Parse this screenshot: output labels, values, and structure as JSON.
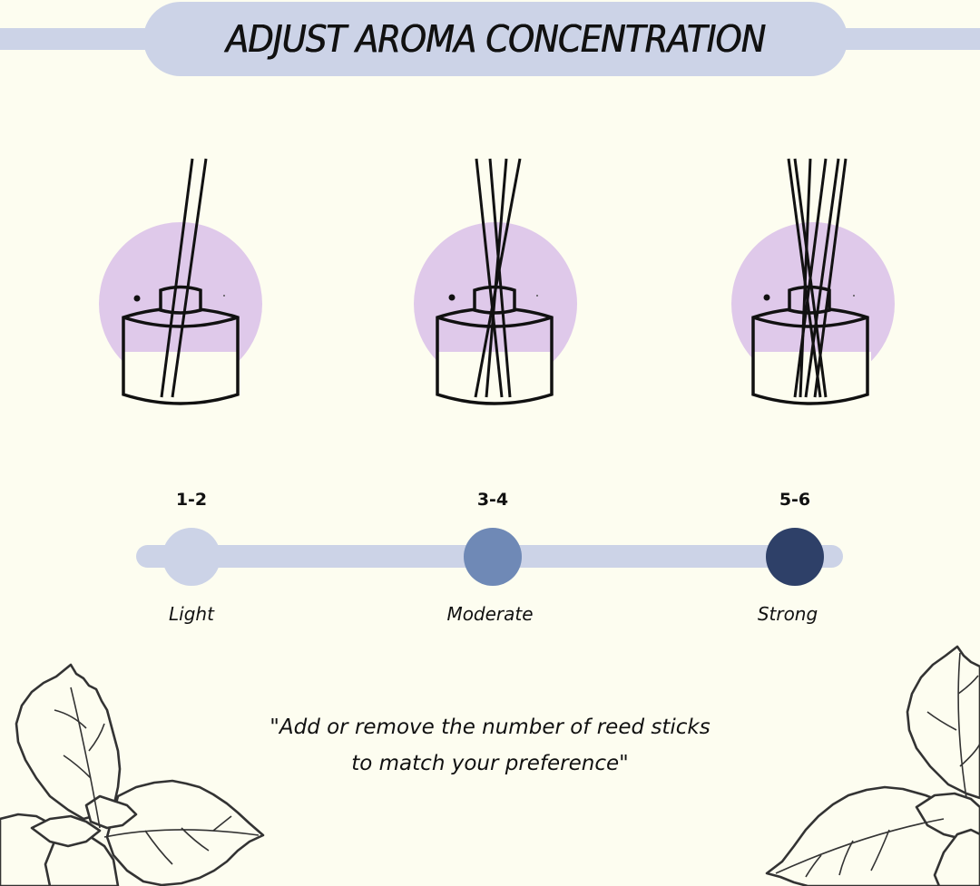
{
  "header": {
    "title": "ADJUST AROMA CONCENTRATION"
  },
  "colors": {
    "background": "#fdfdf0",
    "band": "#ccd3e7",
    "circle": "#dfc9ea",
    "light": "#ccd3e7",
    "moderate": "#6f89b6",
    "strong": "#2e4068",
    "ink": "#111111"
  },
  "diffusers": [
    {
      "label": "light-diffuser",
      "reed_count": 2
    },
    {
      "label": "moderate-diffuser",
      "reed_count": 4
    },
    {
      "label": "strong-diffuser",
      "reed_count": 6
    }
  ],
  "scale": {
    "levels": [
      {
        "count": "1-2",
        "label": "Light",
        "color": "#ccd3e7"
      },
      {
        "count": "3-4",
        "label": "Moderate",
        "color": "#6f89b6"
      },
      {
        "count": "5-6",
        "label": "Strong",
        "color": "#2e4068"
      }
    ]
  },
  "quote": {
    "line1": "\"Add or remove the number of reed sticks",
    "line2": "to match your preference\""
  },
  "icons": [
    "reed-diffuser-icon",
    "mint-leaf-icon"
  ]
}
